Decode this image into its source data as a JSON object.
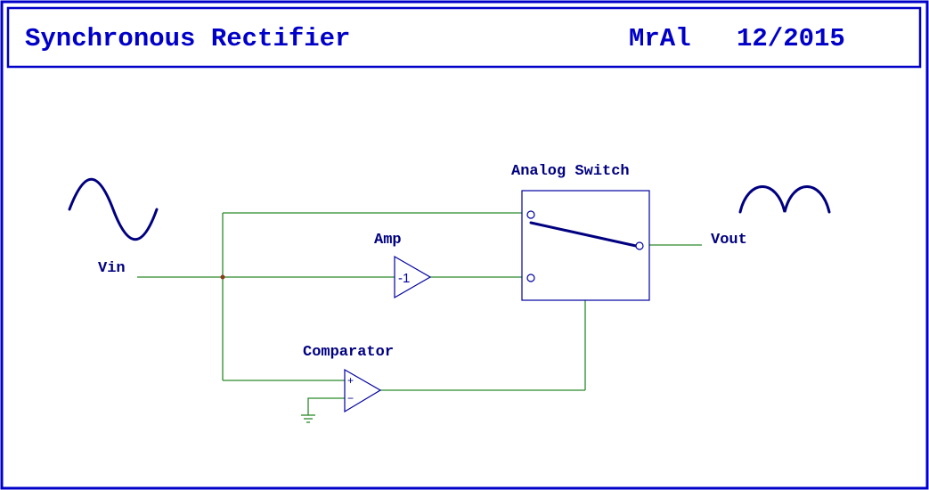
{
  "header": {
    "title": "Synchronous Rectifier",
    "author": "MrAl",
    "date": "12/2015"
  },
  "labels": {
    "vin": "Vin",
    "vout": "Vout",
    "amp": "Amp",
    "amp_gain": "-1",
    "comparator": "Comparator",
    "comparator_plus": "+",
    "comparator_minus": "−",
    "analog_switch": "Analog Switch"
  },
  "colors": {
    "border": "#0000c8",
    "title": "#0000c8",
    "label": "#000080",
    "wire": "#2a8a2a",
    "component": "#0000a0"
  },
  "icons": {
    "input_wave": "sine-wave-icon",
    "output_wave": "rectified-wave-icon",
    "ground": "ground-icon"
  }
}
